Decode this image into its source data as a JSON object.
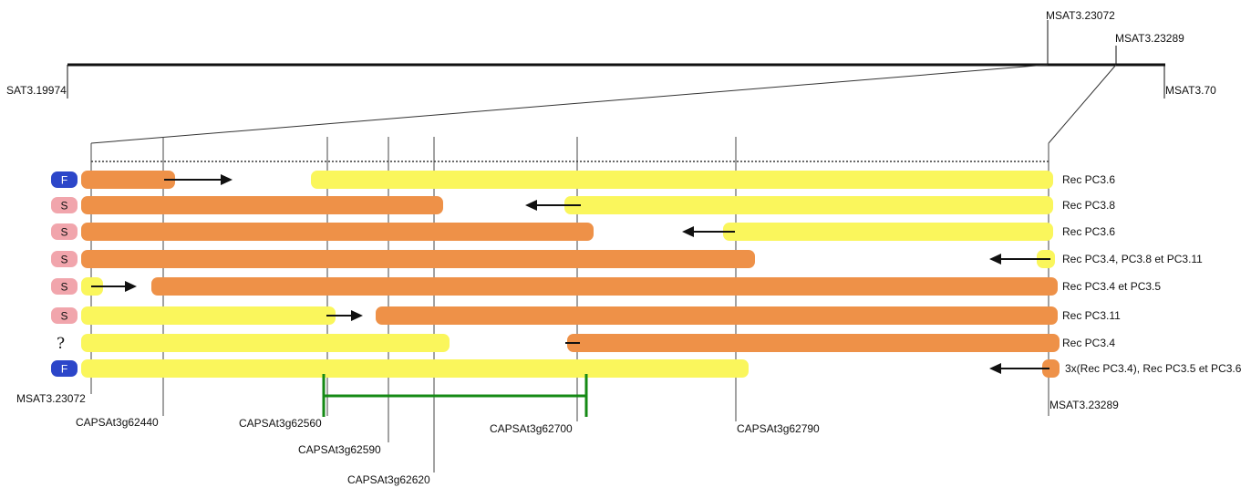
{
  "top_map": {
    "left_marker": "SAT3.19974",
    "right_marker": "MSAT3.70",
    "upper_marker_1": "MSAT3.23072",
    "upper_marker_2": "MSAT3.23289"
  },
  "markers": {
    "left_end": "MSAT3.23072",
    "right_end": "MSAT3.23289",
    "capsat": [
      "CAPSAt3g62440",
      "CAPSAt3g62560",
      "CAPSAt3g62590",
      "CAPSAt3g62620",
      "CAPSAt3g62700",
      "CAPSAt3g62790"
    ]
  },
  "rows": [
    {
      "phenotype": "F",
      "label": "Rec PC3.6"
    },
    {
      "phenotype": "S",
      "label": "Rec PC3.8"
    },
    {
      "phenotype": "S",
      "label": "Rec PC3.6"
    },
    {
      "phenotype": "S",
      "label": "Rec PC3.4, PC3.8 et PC3.11"
    },
    {
      "phenotype": "S",
      "label": "Rec PC3.4 et PC3.5"
    },
    {
      "phenotype": "S",
      "label": "Rec PC3.11"
    },
    {
      "phenotype": "?",
      "label": "Rec PC3.4"
    },
    {
      "phenotype": "F",
      "label": "3x(Rec PC3.4), Rec PC3.5 et PC3.6"
    }
  ],
  "colors": {
    "orange": "#EE9148",
    "yellow": "#FAF65C",
    "badge_f": "#2C46C9",
    "badge_s": "#F1A5AC",
    "green": "#158A15"
  }
}
